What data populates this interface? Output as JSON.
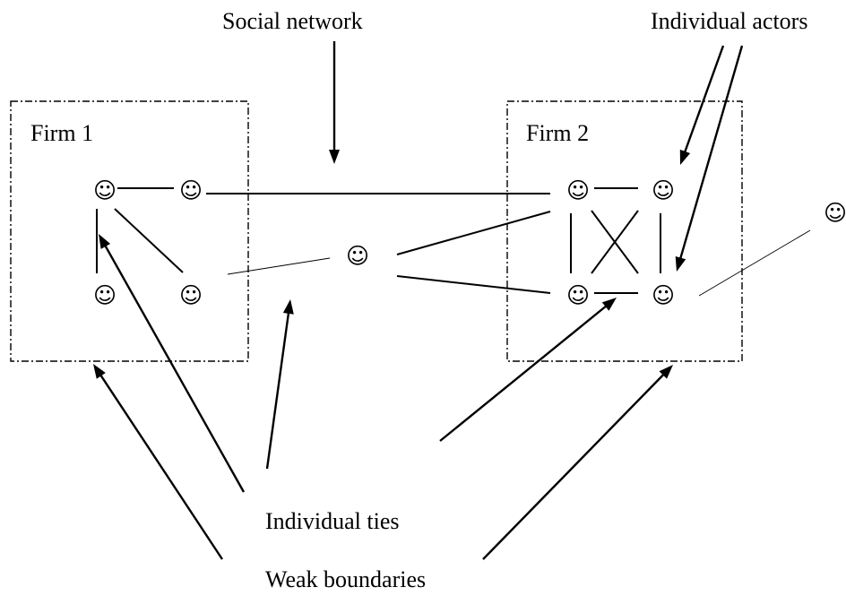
{
  "labels": {
    "social_network": "Social network",
    "individual_actors": "Individual actors",
    "firm1": "Firm 1",
    "firm2": "Firm 2",
    "individual_ties": "Individual ties",
    "weak_boundaries": "Weak boundaries"
  },
  "actor_symbol": "☺"
}
